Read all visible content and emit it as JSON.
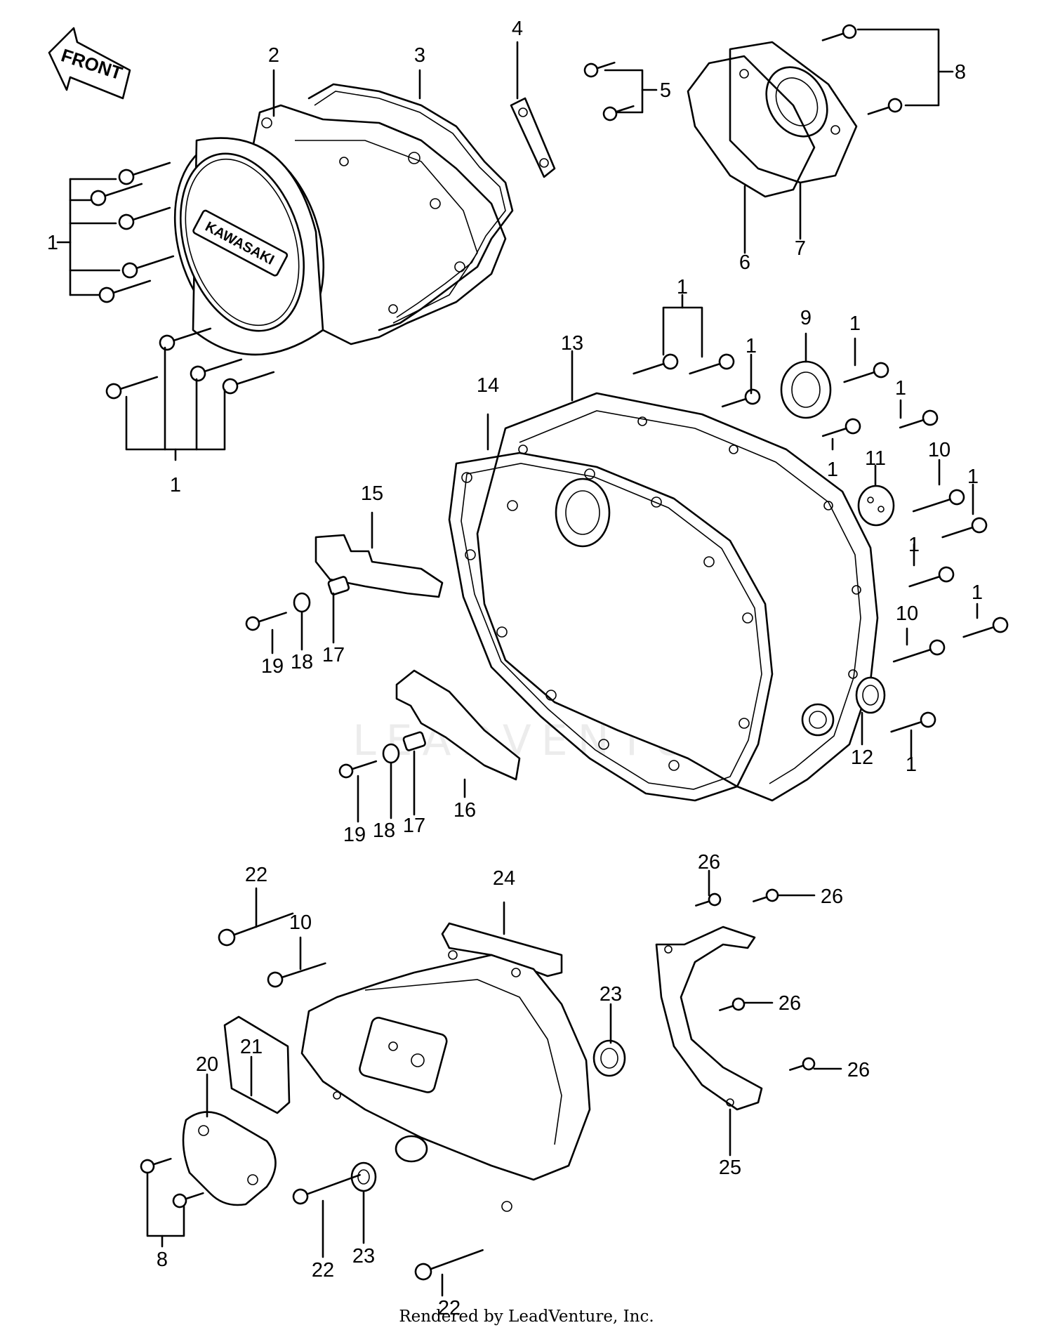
{
  "front_label": "FRONT",
  "brand": "KAWASAKI",
  "watermark": "LEADVENTURE",
  "footer": "Rendered by LeadVenture, Inc.",
  "callouts": {
    "c1a": "1",
    "c1b": "1",
    "c1c": "1",
    "c1d": "1",
    "c1e": "1",
    "c1f": "1",
    "c1g": "1",
    "c1h": "1",
    "c1i": "1",
    "c1j": "1",
    "c1k": "1",
    "c2": "2",
    "c3": "3",
    "c4": "4",
    "c5": "5",
    "c6": "6",
    "c7": "7",
    "c8a": "8",
    "c8b": "8",
    "c9": "9",
    "c10a": "10",
    "c10b": "10",
    "c10c": "10",
    "c11": "11",
    "c12": "12",
    "c13": "13",
    "c14": "14",
    "c15": "15",
    "c16": "16",
    "c17a": "17",
    "c17b": "17",
    "c18a": "18",
    "c18b": "18",
    "c19a": "19",
    "c19b": "19",
    "c20": "20",
    "c21": "21",
    "c22a": "22",
    "c22b": "22",
    "c22c": "22",
    "c23a": "23",
    "c23b": "23",
    "c24": "24",
    "c25": "25",
    "c26a": "26",
    "c26b": "26",
    "c26c": "26",
    "c26d": "26"
  }
}
